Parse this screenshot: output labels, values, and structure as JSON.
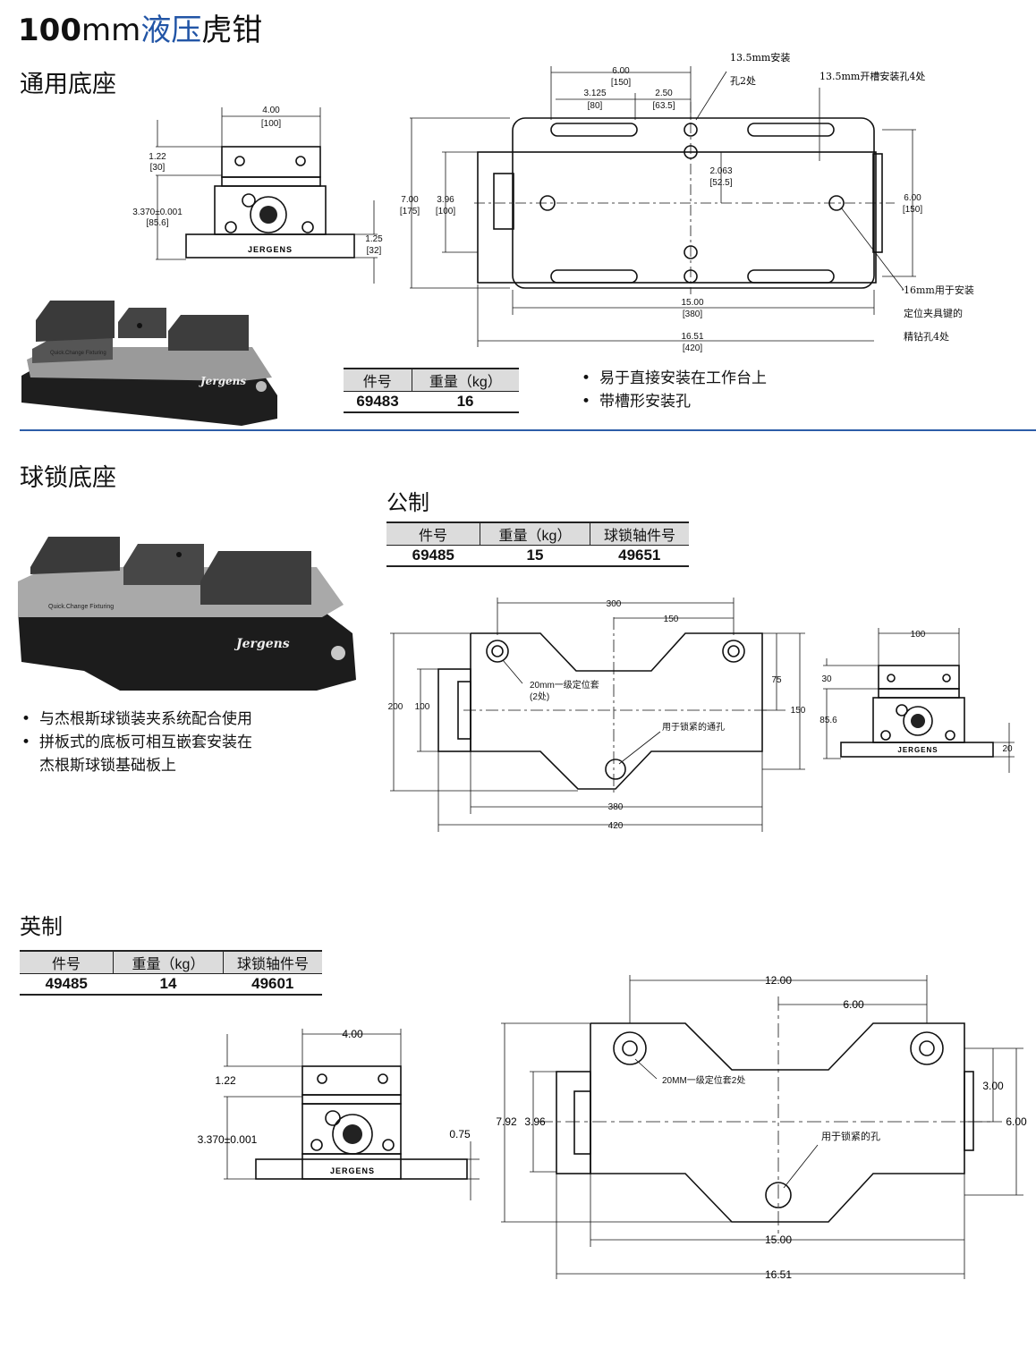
{
  "page": {
    "title_part1": "100",
    "title_part2": "mm",
    "title_part3": "液压",
    "title_part4": "虎钳"
  },
  "general_base": {
    "heading": "通用底座",
    "table": {
      "headers": [
        "件号",
        "重量（kg）"
      ],
      "rows": [
        [
          "69483",
          "16"
        ]
      ]
    },
    "bullets": [
      "易于直接安装在工作台上",
      "带槽形安装孔"
    ],
    "front_view": {
      "dims": [
        "4.00",
        "[100]",
        "1.22",
        "[30]",
        "3.370±0.001",
        "[85.6]",
        "1.25",
        "[32]"
      ],
      "brand": "JERGENS"
    },
    "top_view": {
      "dims": [
        "6.00",
        "[150]",
        "3.125",
        "[80]",
        "2.50",
        "[63.5]",
        "2.063",
        "[52.5]",
        "7.00",
        "[175]",
        "3.96",
        "[100]",
        "6.00",
        "[150]",
        "15.00",
        "[380]",
        "16.51",
        "[420]"
      ],
      "notes": [
        "13.5mm安装",
        "孔2处",
        "13.5mm开槽安装孔4处",
        "16mm用于安装",
        "定位夹具键的",
        "精钻孔4处"
      ]
    },
    "photo_label": "Jergens",
    "photo_small": "Quick.Change Fixturing"
  },
  "ball_lock_base": {
    "heading": "球锁底座",
    "photo_label": "Jergens",
    "photo_small": "Quick.Change Fixturing",
    "bullets": [
      "与杰根斯球锁装夹系统配合使用",
      "拼板式的底板可相互嵌套安装在",
      "杰根斯球锁基础板上"
    ],
    "metric": {
      "heading": "公制",
      "table": {
        "headers": [
          "件号",
          "重量（kg）",
          "球锁轴件号"
        ],
        "rows": [
          [
            "69485",
            "15",
            "49651"
          ]
        ]
      },
      "top_view": {
        "dims": [
          "300",
          "150",
          "75",
          "150",
          "200",
          "100",
          "380",
          "420"
        ],
        "notes": [
          "20mm一级定位套",
          "(2处)",
          "用于锁紧的通孔"
        ]
      },
      "front_view": {
        "dims": [
          "100",
          "30",
          "85.6",
          "20"
        ],
        "brand": "JERGENS"
      }
    },
    "imperial": {
      "heading": "英制",
      "table": {
        "headers": [
          "件号",
          "重量（kg）",
          "球锁轴件号"
        ],
        "rows": [
          [
            "49485",
            "14",
            "49601"
          ]
        ]
      },
      "front_view": {
        "dims": [
          "4.00",
          "1.22",
          "3.370±0.001",
          "0.75"
        ],
        "brand": "JERGENS"
      },
      "top_view": {
        "dims": [
          "12.00",
          "6.00",
          "3.00",
          "6.00",
          "7.92",
          "3.96",
          "15.00",
          "16.51"
        ],
        "notes": [
          "20MM一级定位套2处",
          "用于锁紧的孔"
        ]
      }
    }
  }
}
